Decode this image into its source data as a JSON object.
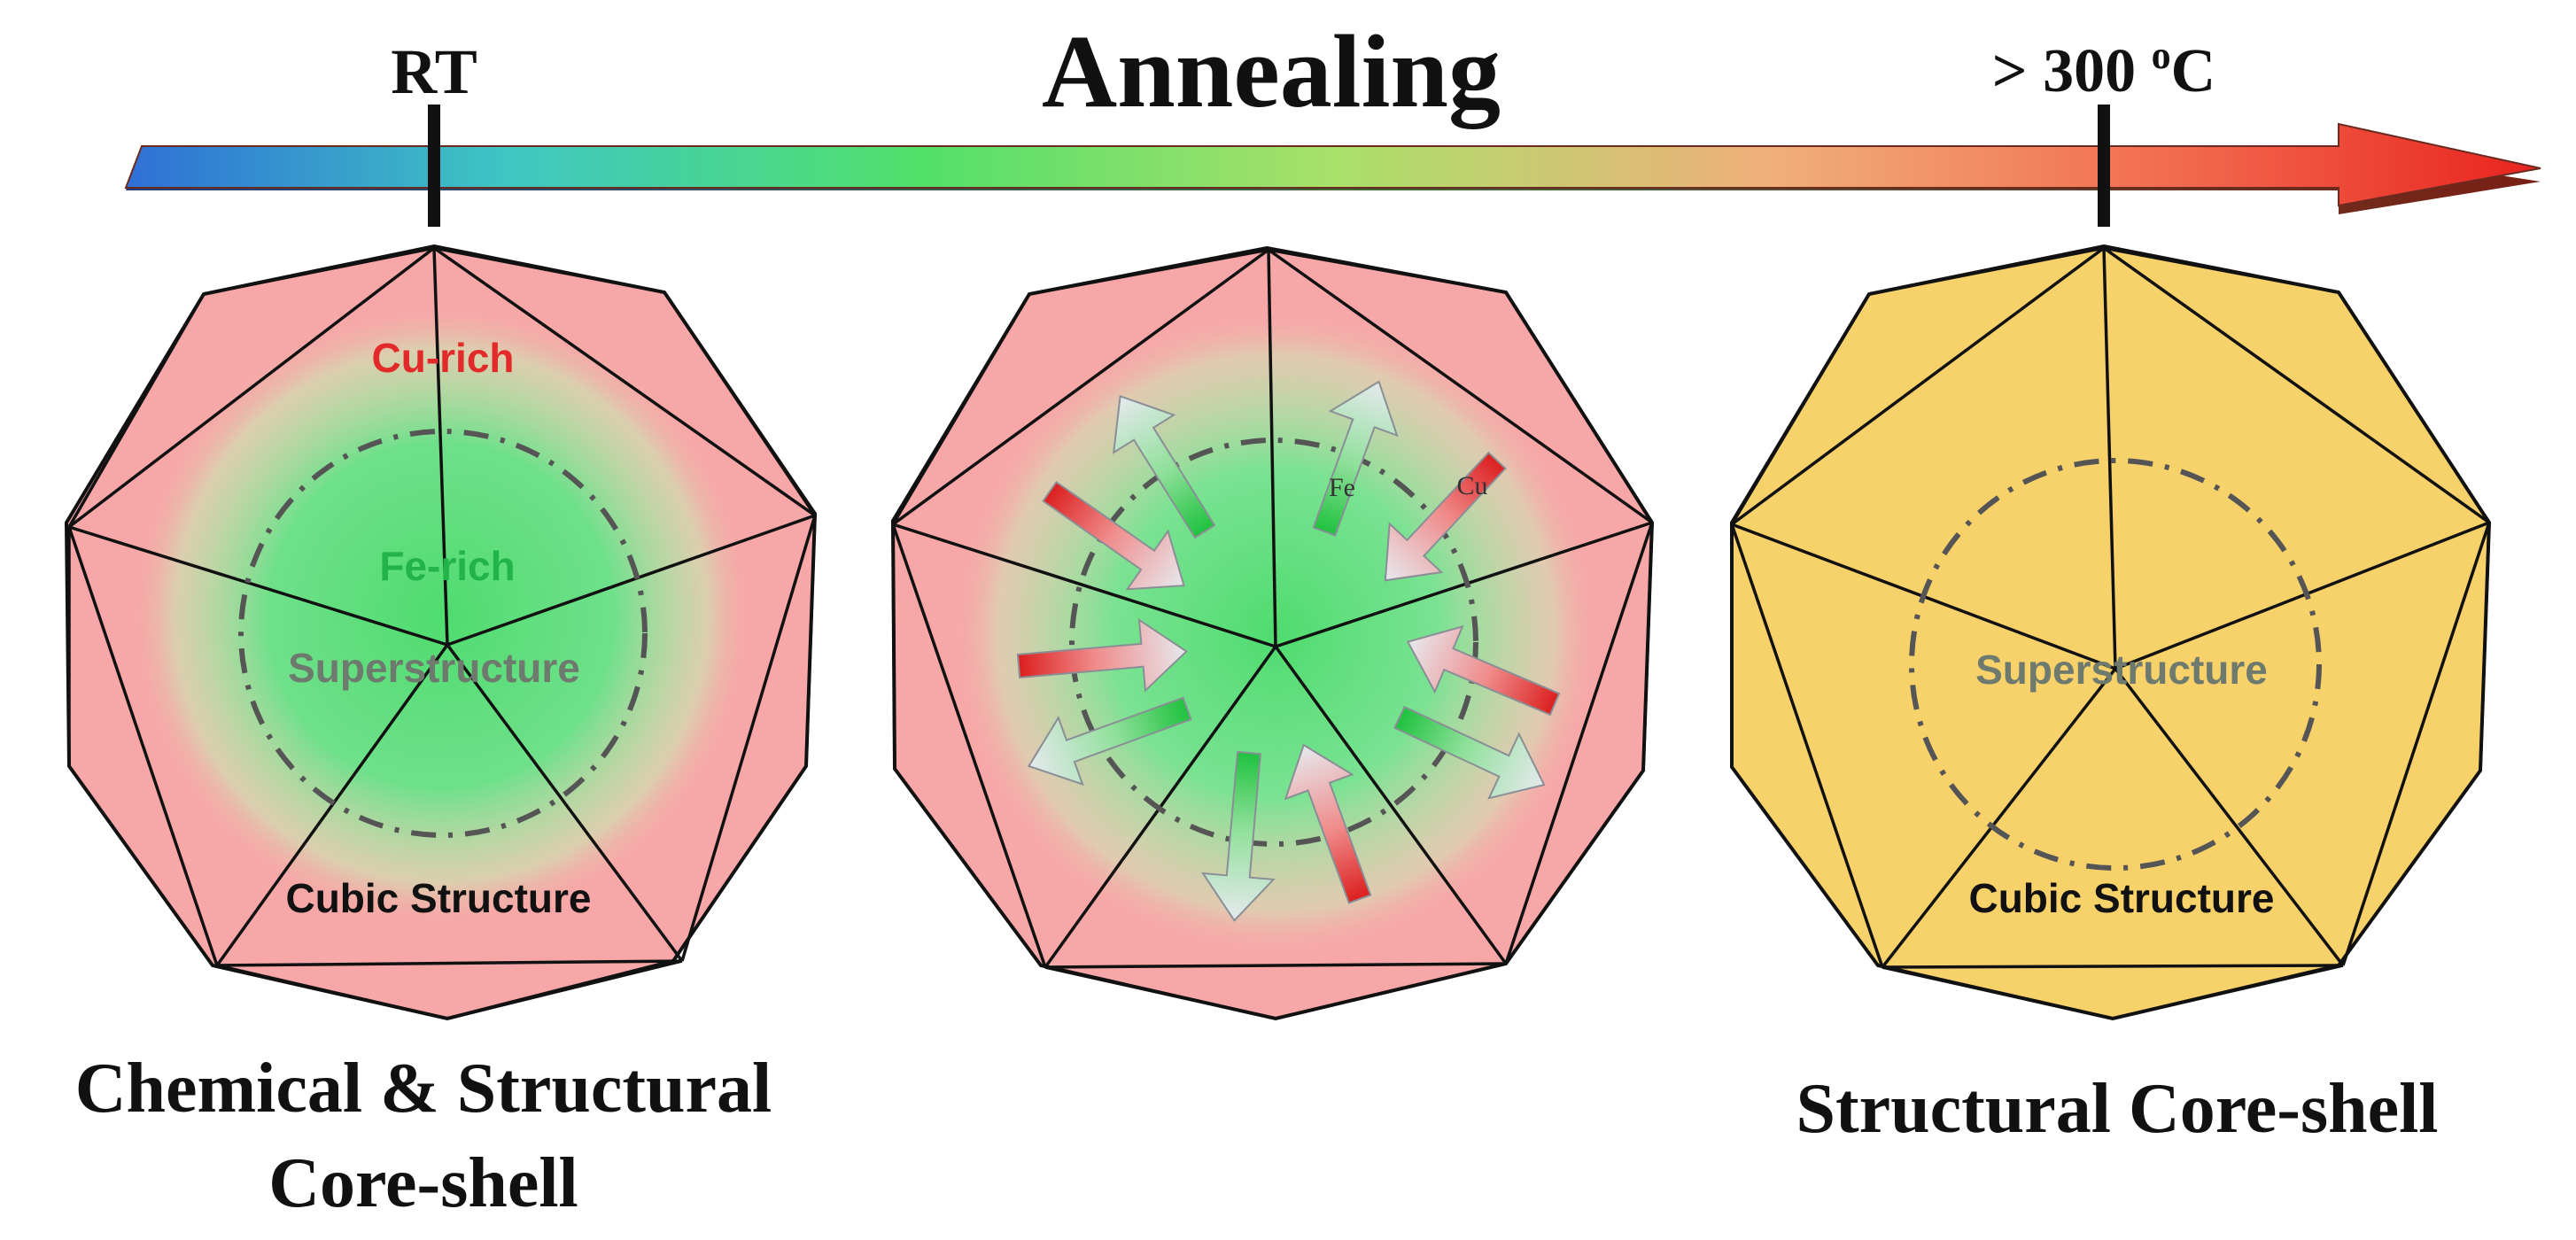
{
  "timeline": {
    "title": "Annealing",
    "start_label": "RT",
    "end_label_main": "> 300 ",
    "end_label_sup": "o",
    "end_label_unit": "C",
    "arrow_colors": [
      "#2f6fd6",
      "#3fc7c2",
      "#52e06a",
      "#a8e06a",
      "#f0b07a",
      "#f26a4e",
      "#e8231f"
    ]
  },
  "panels": [
    {
      "id": "rt",
      "fill": "#f7a7a7",
      "gradient_core": "#4fdc6f",
      "labels": {
        "shell": "Cu-rich",
        "core": "Fe-rich",
        "super": "Superstructure",
        "cubic": "Cubic Structure"
      },
      "caption_line1": "Chemical & Structural",
      "caption_line2": "Core-shell"
    },
    {
      "id": "intermediate",
      "fill": "#f7a7a7",
      "gradient_core": "#4fdc6f",
      "labels": {
        "fe": "Fe",
        "cu": "Cu"
      }
    },
    {
      "id": "annealed",
      "fill": "#f7d26a",
      "labels": {
        "super": "Superstructure",
        "cubic": "Cubic Structure"
      },
      "caption_line1": "Structural Core-shell"
    }
  ],
  "colors": {
    "shell_text": "#e22a2a",
    "core_text": "#22b34a",
    "super_text": "#6f7a6f",
    "cubic_text": "#111111",
    "arrow_green": "#22c447",
    "arrow_red": "#dc2222",
    "arrow_grey": "#d2d6dc"
  }
}
